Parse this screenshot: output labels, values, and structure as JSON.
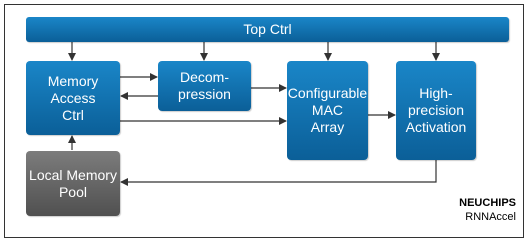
{
  "diagram": {
    "blocks": {
      "top_ctrl": "Top Ctrl",
      "memory_access_ctrl": "Memory\nAccess\nCtrl",
      "decompression": "Decom-\npression",
      "configurable_mac_array": "Configurable\nMAC\nArray",
      "high_precision_activation": "High-\nprecision\nActivation",
      "local_memory_pool": "Local Memory\nPool"
    },
    "brand": {
      "company": "NEUCHIPS",
      "product": "RNNAccel"
    }
  },
  "colors": {
    "block_blue": "#0b6fb0",
    "block_gray": "#5f5f5f",
    "wire": "#333333",
    "frame": "#333333"
  }
}
